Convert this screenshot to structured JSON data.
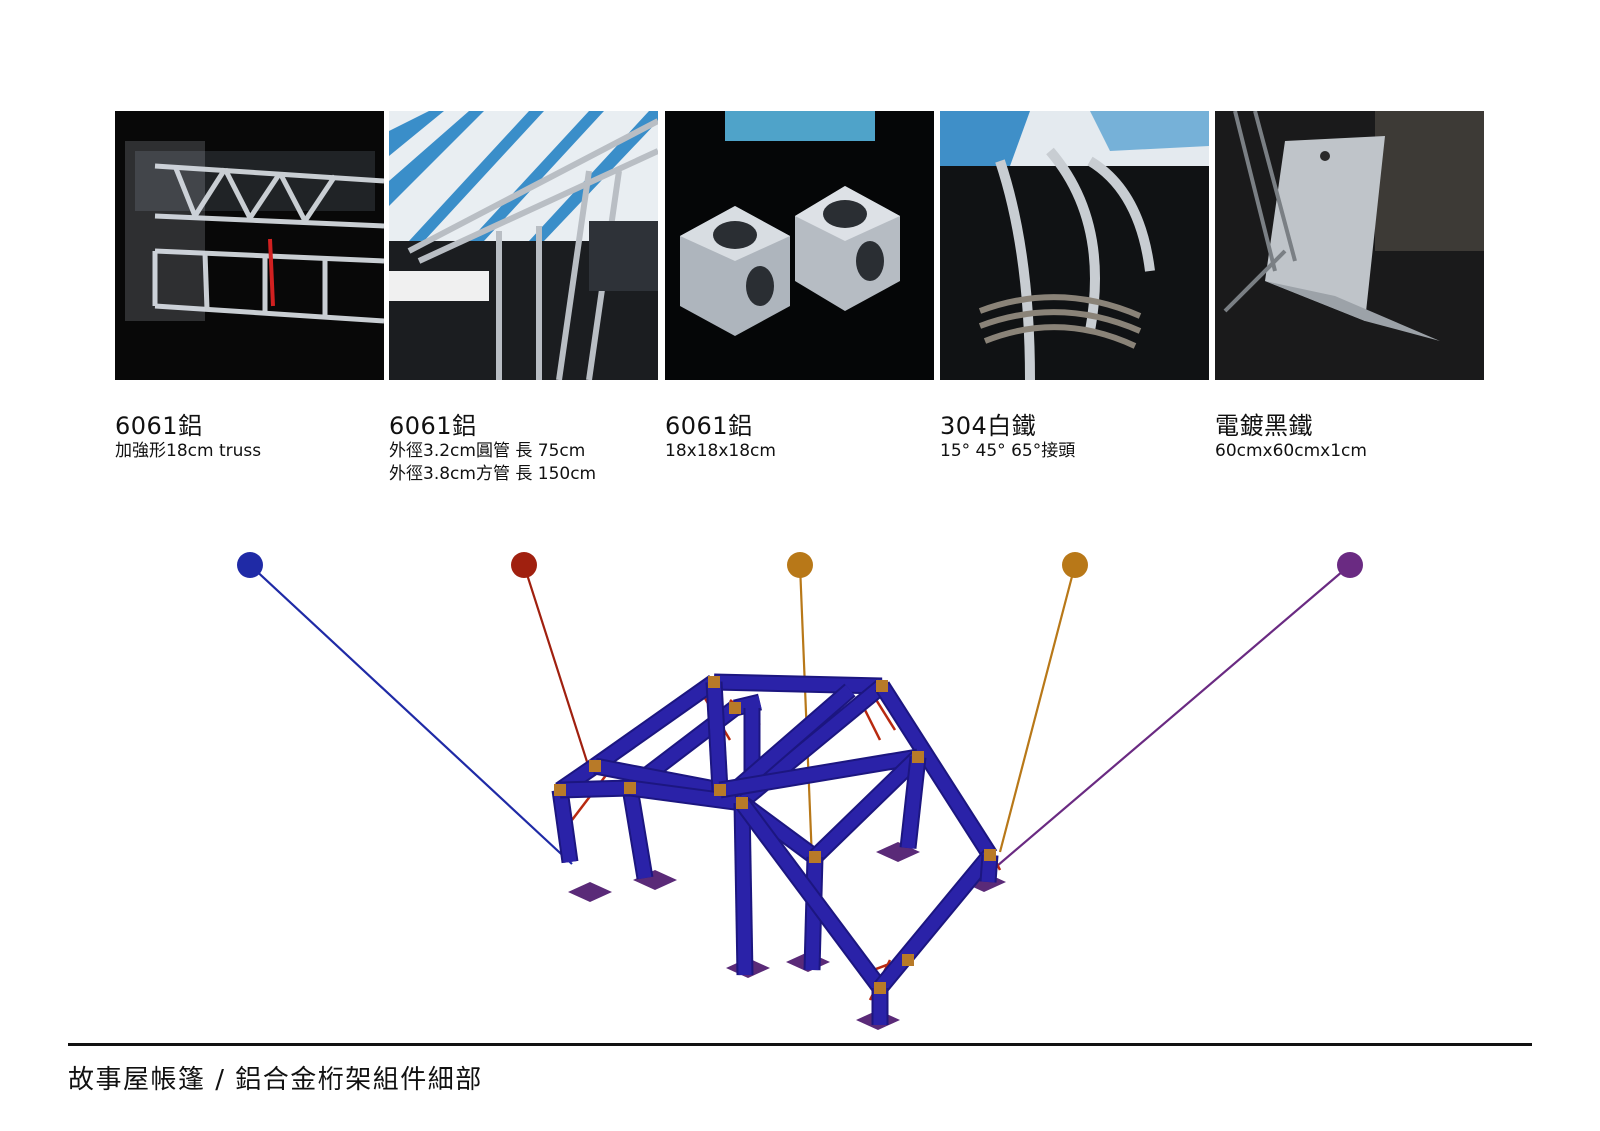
{
  "items": [
    {
      "title": "6061鋁",
      "lines": [
        "加強形18cm truss"
      ]
    },
    {
      "title": "6061鋁",
      "lines": [
        "外徑3.2cm圓管 長 75cm",
        "外徑3.8cm方管 長 150cm"
      ]
    },
    {
      "title": "6061鋁",
      "lines": [
        "18x18x18cm"
      ]
    },
    {
      "title": "304白鐵",
      "lines": [
        "15°  45°  65°接頭"
      ]
    },
    {
      "title": "電鍍黑鐵",
      "lines": [
        "60cmx60cmx1cm"
      ]
    }
  ],
  "legend_colors": [
    "#1f2aa6",
    "#a0200f",
    "#b87818",
    "#b87818",
    "#6a2a82"
  ],
  "frame_colors": {
    "tube": "#2a22a8",
    "tube_dark": "#1c1680",
    "joint": "#b87a28",
    "base": "#5a2a78",
    "brace": "#b82a10"
  },
  "footer": {
    "title": "故事屋帳篷 / 鋁合金桁架組件細部"
  }
}
